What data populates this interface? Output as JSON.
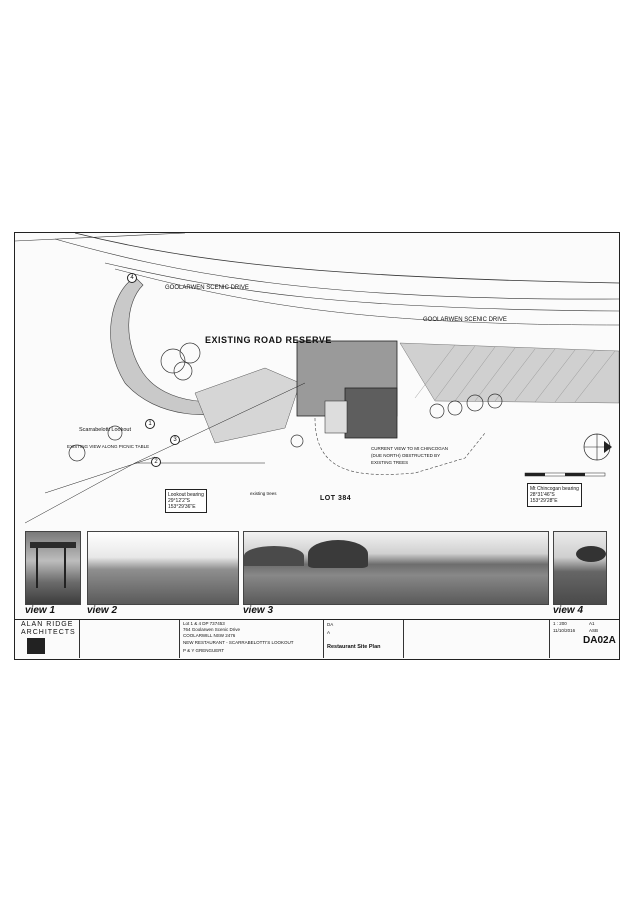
{
  "plan": {
    "existing_road_reserve": "EXISTING ROAD RESERVE",
    "lot": "LOT 384",
    "goolarwen_drive_1": "GOOLARWEN SCENIC DRIVE",
    "goolarwen_drive_2": "GOOLARWEN SCENIC DRIVE",
    "scarrabelotti_lookout": "Scarrabelotti Lookout",
    "existing_picnic": "EXISTING VIEW ALONG PICNIC TABLE",
    "current_view": "CURRENT VIEW TO Mt CHINCOGAN (DUE NORTH) OBSTRUCTED BY EXISTING TREES",
    "lookout_bearing_label": "Lookout bearing",
    "lookout_bearing_1": "29°12'2\"S",
    "lookout_bearing_2": "153°29'36\"E",
    "chincogan_bearing_label": "Mt Chincogan bearing",
    "chincogan_bearing_1": "28°31'46\"S",
    "chincogan_bearing_2": "153°29'28\"E",
    "existing_trees": "existing trees",
    "markers": [
      "1",
      "2",
      "3",
      "4"
    ]
  },
  "views": [
    "view 1",
    "view 2",
    "view 3",
    "view 4"
  ],
  "title_block": {
    "firm_line1": "ALAN RIDGE",
    "firm_line2": "ARCHITECTS",
    "address_label": "Lot 1 & 4 DP 737453",
    "address_line1": "764 Goolarwen Scenic Drive",
    "address_line2": "COOLARWILL NSW 2476",
    "project": "NEW RESTAURANT - SCARRABELOTTI'S LOOKOUT",
    "client": "P & Y GRENGUERT",
    "drawing_title": "Restaurant Site Plan",
    "scale": "1 : 200",
    "size": "A1",
    "revision": "A",
    "issue": "DA",
    "date": "11/10/2016",
    "drawn": "ASB",
    "drawing_no": "DA02A"
  }
}
